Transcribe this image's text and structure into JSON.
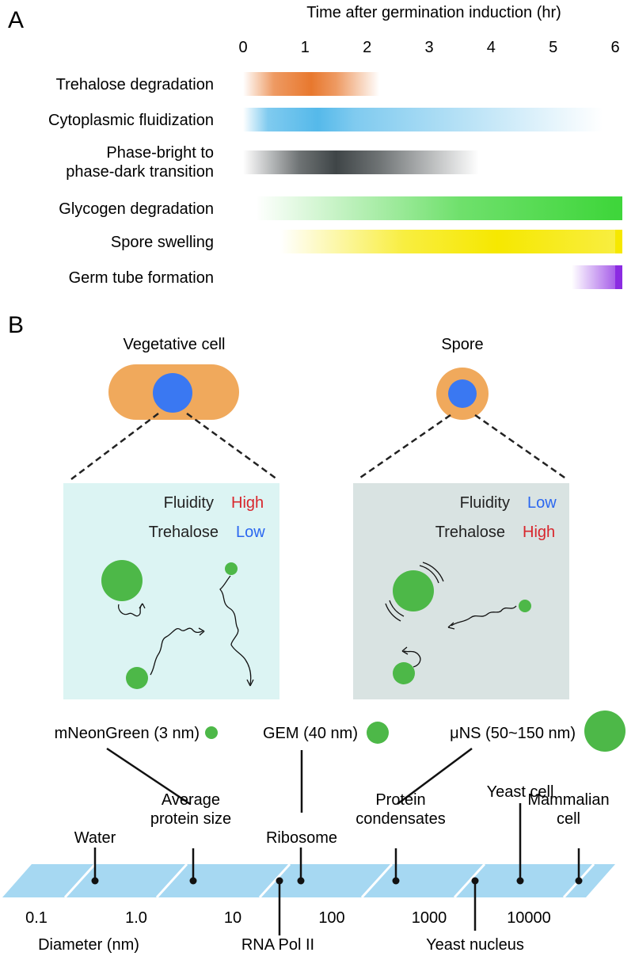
{
  "panel_a": {
    "label": "A",
    "axis_title": "Time after germination induction (hr)",
    "ticks": [
      "0",
      "1",
      "2",
      "3",
      "4",
      "5",
      "6"
    ],
    "rows": [
      {
        "label": [
          "Trehalose degradation"
        ],
        "color": "#e8782e",
        "start": 0,
        "fade_in_end": 0.5,
        "peak": 1.1,
        "fade_out_start": 1.5,
        "end": 2.2
      },
      {
        "label": [
          "Cytoplasmic fluidization"
        ],
        "color": "#55b9ea",
        "start": 0,
        "fade_in_end": 0.4,
        "peak": 1.2,
        "fade_out_start": 1.8,
        "end": 5.8
      },
      {
        "label": [
          "Phase-bright to",
          "phase-dark transition"
        ],
        "color": "#3f4547",
        "start": 0,
        "fade_in_end": 0.9,
        "peak": 1.5,
        "fade_out_start": 2.2,
        "end": 3.8
      },
      {
        "label": [
          "Glycogen degradation"
        ],
        "color": "#3fd63b",
        "start": 0.2,
        "fade_in_end": 3.5,
        "peak": 6,
        "fade_out_start": 6,
        "end": 6
      },
      {
        "label": [
          "Spore swelling"
        ],
        "color": "#f6e800",
        "start": 0.6,
        "fade_in_end": 2.6,
        "peak": 4.1,
        "fade_out_start": 6,
        "end": 6
      },
      {
        "label": [
          "Germ tube formation"
        ],
        "color": "#8b2be2",
        "start": 5.3,
        "fade_in_end": 6,
        "peak": 6,
        "fade_out_start": 6,
        "end": 6
      }
    ]
  },
  "panel_b": {
    "label": "B",
    "vegetative": {
      "title": "Vegetative cell",
      "fluidity_label": "Fluidity",
      "fluidity_value": "High",
      "trehalose_label": "Trehalose",
      "trehalose_value": "Low"
    },
    "spore": {
      "title": "Spore",
      "fluidity_label": "Fluidity",
      "fluidity_value": "Low",
      "trehalose_label": "Trehalose",
      "trehalose_value": "High"
    },
    "colors": {
      "cytoplasm": "#f0a95c",
      "nucleus": "#3a78f2",
      "particle": "#4db848",
      "veg_box": "#dcf4f3",
      "spore_box": "#d9e3e2",
      "high": "#d8262c",
      "low": "#2b67f0",
      "scale_band": "#a6d8f2"
    },
    "probes": [
      {
        "label": "mNeonGreen (3 nm)"
      },
      {
        "label": "GEM (40 nm)"
      },
      {
        "label": "μNS (50~150 nm)"
      }
    ],
    "scale": {
      "ticks": [
        "0.1",
        "1.0",
        "10",
        "100",
        "1000",
        "10000"
      ],
      "axis_label": "Diameter (nm)",
      "above": [
        {
          "lines": [
            "Water"
          ]
        },
        {
          "lines": [
            "Average",
            "protein size"
          ]
        },
        {
          "lines": [
            "Ribosome"
          ]
        },
        {
          "lines": [
            "Protein",
            "condensates"
          ]
        },
        {
          "lines": [
            "Yeast cell"
          ]
        },
        {
          "lines": [
            "Mammalian",
            "cell"
          ]
        }
      ],
      "below": [
        {
          "lines": [
            "RNA Pol  II"
          ]
        },
        {
          "lines": [
            "Yeast nucleus"
          ]
        }
      ]
    }
  }
}
